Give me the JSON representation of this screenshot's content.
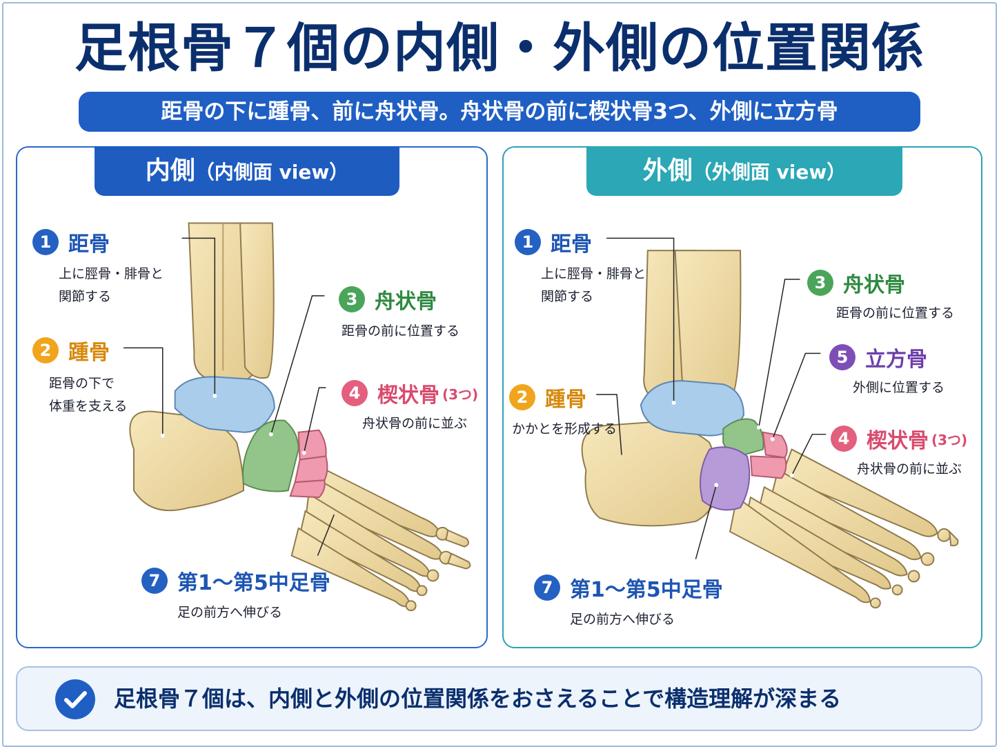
{
  "title": "足根骨７個の内側・外側の位置関係",
  "subtitle": "距骨の下に踵骨、前に舟状骨。舟状骨の前に楔状骨3つ、外側に立方骨",
  "panels": {
    "medial": {
      "title": "内側",
      "title_sub": "（内側面 view）",
      "labels": {
        "talus": {
          "num": "1",
          "name": "距骨",
          "desc1": "上に脛骨・腓骨と",
          "desc2": "関節する"
        },
        "calcaneus": {
          "num": "2",
          "name": "踵骨",
          "desc1": "距骨の下で",
          "desc2": "体重を支える"
        },
        "navicular": {
          "num": "3",
          "name": "舟状骨",
          "desc1": "距骨の前に位置する"
        },
        "cuneiform": {
          "num": "4",
          "name": "楔状骨",
          "name_sub": "(3つ)",
          "desc1": "舟状骨の前に並ぶ"
        },
        "metatarsal": {
          "num": "7",
          "name": "第1〜第5中足骨",
          "desc1": "足の前方へ伸びる"
        }
      }
    },
    "lateral": {
      "title": "外側",
      "title_sub": "（外側面 view）",
      "labels": {
        "talus": {
          "num": "1",
          "name": "距骨",
          "desc1": "上に脛骨・腓骨と",
          "desc2": "関節する"
        },
        "navicular": {
          "num": "3",
          "name": "舟状骨",
          "desc1": "距骨の前に位置する"
        },
        "cuboid": {
          "num": "5",
          "name": "立方骨",
          "desc1": "外側に位置する"
        },
        "calcaneus": {
          "num": "2",
          "name": "踵骨",
          "desc1": "かかとを形成する"
        },
        "cuneiform": {
          "num": "4",
          "name": "楔状骨",
          "name_sub": "(3つ)",
          "desc1": "舟状骨の前に並ぶ"
        },
        "metatarsal": {
          "num": "7",
          "name": "第1〜第5中足骨",
          "desc1": "足の前方へ伸びる"
        }
      }
    }
  },
  "footer": {
    "icon": "check-circle-icon",
    "text": "足根骨７個は、内側と外側の位置関係をおさえることで構造理解が深まる"
  },
  "colors": {
    "title": "#0b2f6d",
    "accent_blue": "#1f5fc4",
    "accent_teal": "#2ba7b6",
    "bone": "#efdca8",
    "talus": "#a9cdea",
    "navicular": "#93c48a",
    "cuneiform": "#ef9aae",
    "cuboid": "#b79ad8"
  }
}
